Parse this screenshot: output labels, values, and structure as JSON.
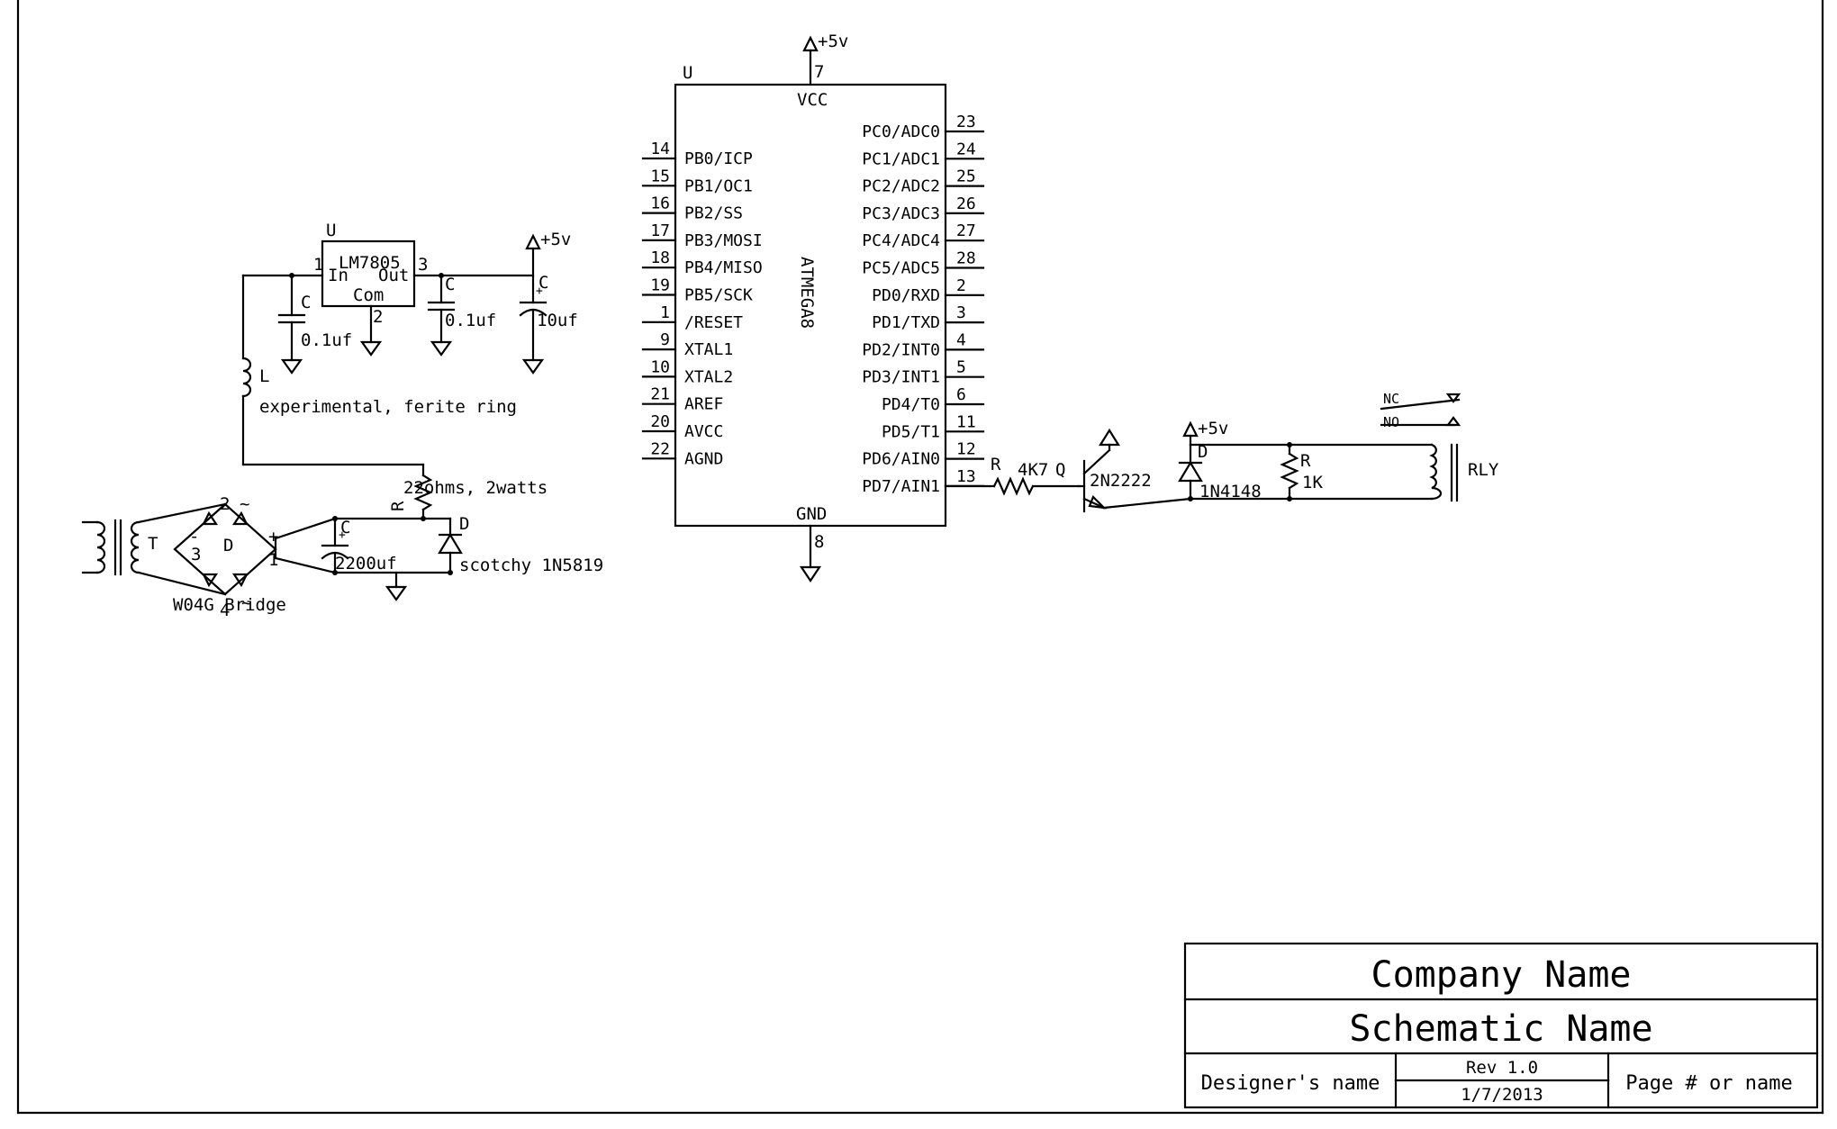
{
  "schematic": {
    "mcu": {
      "ref": "U",
      "part": "ATMEGA8",
      "vcc_label": "VCC",
      "gnd_label": "GND",
      "vcc_pin": "7",
      "gnd_pin": "8",
      "supply": "+5v",
      "left_pins": [
        {
          "num": "14",
          "name": "PB0/ICP"
        },
        {
          "num": "15",
          "name": "PB1/OC1"
        },
        {
          "num": "16",
          "name": "PB2/SS"
        },
        {
          "num": "17",
          "name": "PB3/MOSI"
        },
        {
          "num": "18",
          "name": "PB4/MISO"
        },
        {
          "num": "19",
          "name": "PB5/SCK"
        },
        {
          "num": "1",
          "name": "/RESET"
        },
        {
          "num": "9",
          "name": "XTAL1"
        },
        {
          "num": "10",
          "name": "XTAL2"
        },
        {
          "num": "21",
          "name": "AREF"
        },
        {
          "num": "20",
          "name": "AVCC"
        },
        {
          "num": "22",
          "name": "AGND"
        }
      ],
      "right_pins": [
        {
          "num": "23",
          "name": "PC0/ADC0"
        },
        {
          "num": "24",
          "name": "PC1/ADC1"
        },
        {
          "num": "25",
          "name": "PC2/ADC2"
        },
        {
          "num": "26",
          "name": "PC3/ADC3"
        },
        {
          "num": "27",
          "name": "PC4/ADC4"
        },
        {
          "num": "28",
          "name": "PC5/ADC5"
        },
        {
          "num": "2",
          "name": "PD0/RXD"
        },
        {
          "num": "3",
          "name": "PD1/TXD"
        },
        {
          "num": "4",
          "name": "PD2/INT0"
        },
        {
          "num": "5",
          "name": "PD3/INT1"
        },
        {
          "num": "6",
          "name": "PD4/T0"
        },
        {
          "num": "11",
          "name": "PD5/T1"
        },
        {
          "num": "12",
          "name": "PD6/AIN0"
        },
        {
          "num": "13",
          "name": "PD7/AIN1"
        }
      ]
    },
    "regulator": {
      "ref": "U",
      "part": "LM7805",
      "in_label": "In",
      "out_label": "Out",
      "com_label": "Com",
      "pin_in": "1",
      "pin_out": "3",
      "pin_com": "2"
    },
    "supply_label": "+5v",
    "capacitors": [
      {
        "ref": "C",
        "value": "0.1uf"
      },
      {
        "ref": "C",
        "value": "0.1uf"
      },
      {
        "ref": "C",
        "value": "10uf"
      },
      {
        "ref": "C",
        "value": "2200uf"
      }
    ],
    "inductor": {
      "ref": "L",
      "note": "experimental, ferite ring"
    },
    "series_resistor": {
      "ref": "R",
      "value": "22ohms, 2watts"
    },
    "schottky": {
      "ref": "D",
      "value": "scotchy 1N5819"
    },
    "transformer": {
      "ref": "T"
    },
    "bridge": {
      "ref": "D",
      "name": "W04G Bridge",
      "pin1": "1",
      "pin2": "2",
      "pin3": "3",
      "pin4": "4",
      "plus": "+",
      "minus": "-",
      "ac": "~"
    },
    "base_resistor": {
      "ref": "R",
      "value": "4K7"
    },
    "transistor": {
      "ref": "Q",
      "part": "2N2222"
    },
    "flyback_diode": {
      "ref": "D",
      "part": "1N4148"
    },
    "relay_resistor": {
      "ref": "R",
      "value": "1K"
    },
    "relay": {
      "ref": "RLY",
      "nc": "NC",
      "no": "NO"
    }
  },
  "title_block": {
    "company": "Company Name",
    "schematic_name": "Schematic Name",
    "designer": "Designer's name",
    "rev": "Rev 1.0",
    "date": "1/7/2013",
    "page": "Page # or name"
  }
}
